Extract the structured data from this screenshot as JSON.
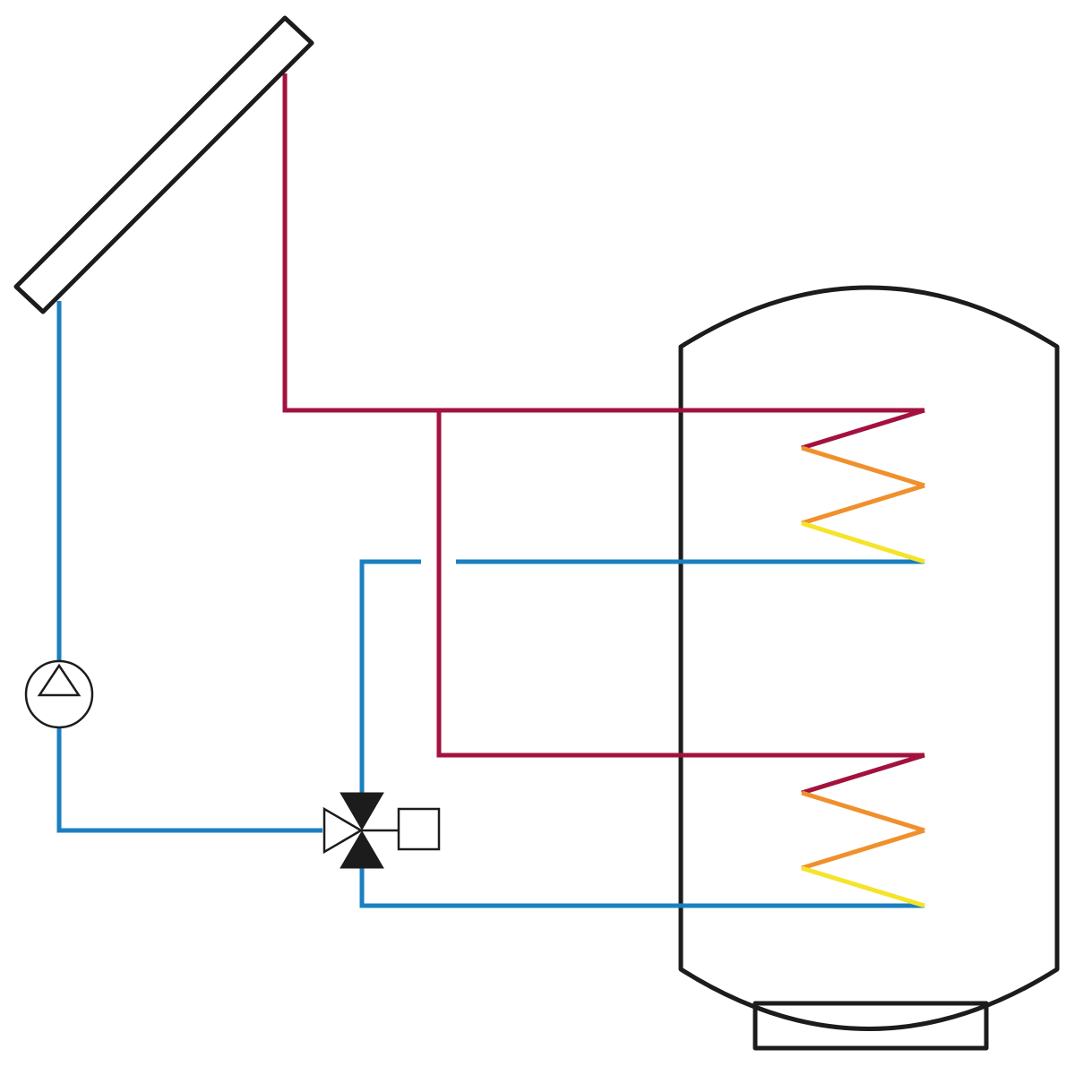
{
  "diagram": {
    "type": "solar-thermal-schematic",
    "colors": {
      "supply": "#a3123f",
      "return": "#1a7fc1",
      "coil_warm": "#f0902c",
      "coil_cool": "#f4e42a",
      "outline": "#1c1c1c",
      "background": "#ffffff"
    },
    "components": [
      {
        "id": "solar-collector",
        "icon": "solar-panel-icon"
      },
      {
        "id": "circulation-pump",
        "icon": "pump-icon"
      },
      {
        "id": "three-way-valve",
        "icon": "three-way-valve-icon"
      },
      {
        "id": "valve-actuator",
        "icon": "actuator-icon"
      },
      {
        "id": "storage-tank",
        "icon": "tank-icon"
      },
      {
        "id": "upper-heat-exchanger",
        "icon": "coil-icon"
      },
      {
        "id": "lower-heat-exchanger",
        "icon": "coil-icon"
      }
    ]
  }
}
